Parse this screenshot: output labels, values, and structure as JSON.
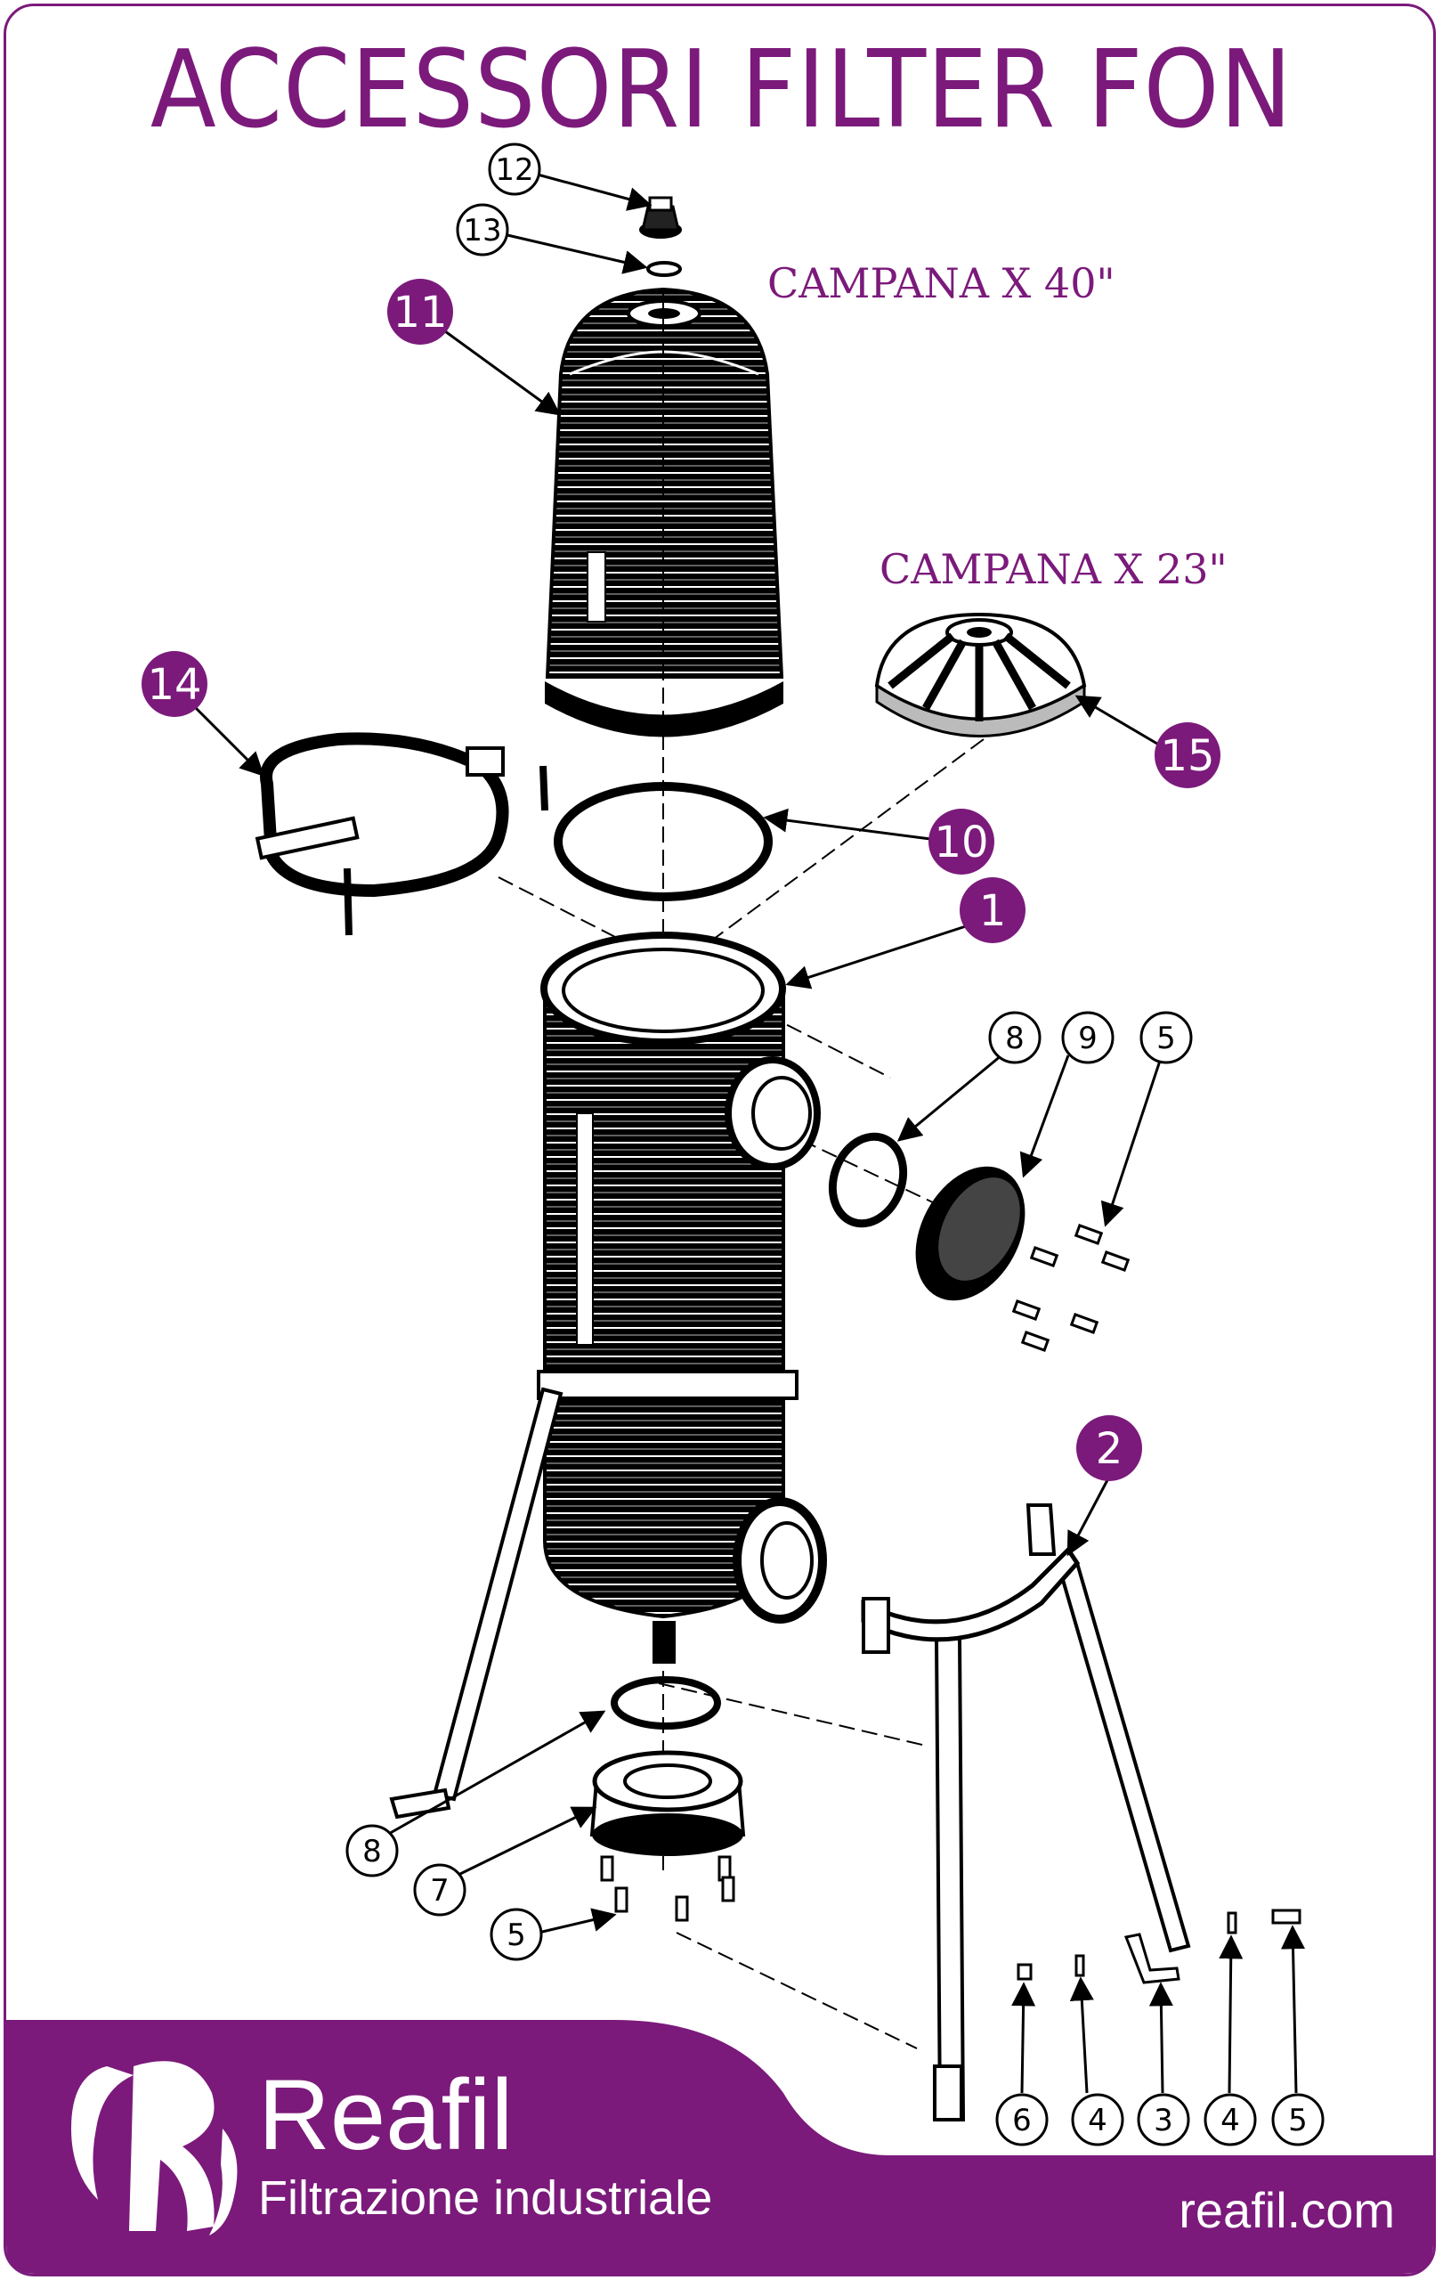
{
  "title": "ACCESSORI FILTER FON",
  "labels": {
    "campana_40": "CAMPANA X 40\"",
    "campana_23": "CAMPANA X 23\""
  },
  "callouts": {
    "c1": "1",
    "c2": "2",
    "c3": "3",
    "c4a": "4",
    "c4b": "4",
    "c5a": "5",
    "c5b": "5",
    "c5c": "5",
    "c6": "6",
    "c7": "7",
    "c8a": "8",
    "c8b": "8",
    "c9": "9",
    "c10": "10",
    "c11": "11",
    "c12": "12",
    "c13": "13",
    "c14": "14",
    "c15": "15"
  },
  "footer": {
    "brand": "Reafil",
    "tagline": "Filtrazione industriale",
    "url": "reafil.com"
  },
  "colors": {
    "brand_purple": "#7b1a7b",
    "line": "#000000",
    "background": "#ffffff"
  }
}
